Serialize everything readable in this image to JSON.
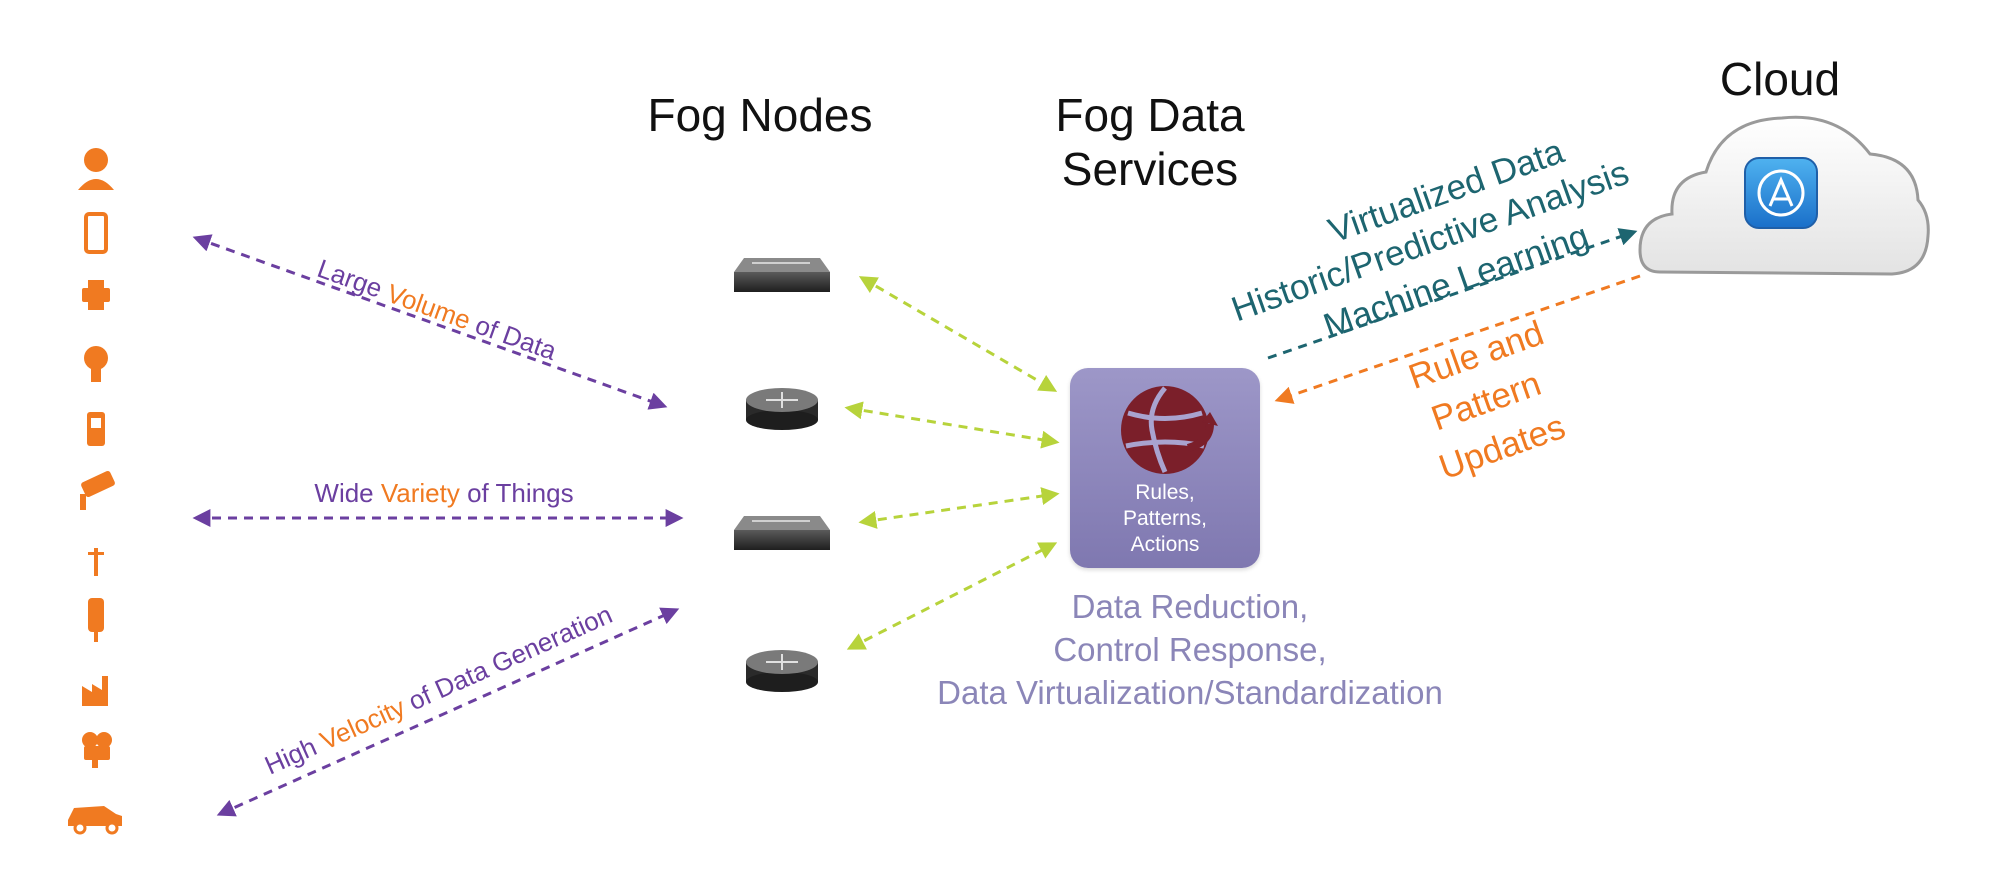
{
  "headings": {
    "fog_nodes": "Fog Nodes",
    "fog_data_services_line1": "Fog Data",
    "fog_data_services_line2": "Services",
    "cloud": "Cloud"
  },
  "things": [
    {
      "name": "person-icon"
    },
    {
      "name": "smartphone-icon"
    },
    {
      "name": "printer-icon"
    },
    {
      "name": "light-bulb-icon"
    },
    {
      "name": "handheld-device-icon"
    },
    {
      "name": "security-camera-icon"
    },
    {
      "name": "antenna-icon"
    },
    {
      "name": "traffic-light-icon"
    },
    {
      "name": "factory-icon"
    },
    {
      "name": "video-camera-icon"
    },
    {
      "name": "car-icon"
    }
  ],
  "links": {
    "volume": {
      "pre": "Large ",
      "highlight": "Volume",
      "post": " of Data"
    },
    "variety": {
      "pre": "Wide ",
      "highlight": "Variety",
      "post": " of Things"
    },
    "velocity": {
      "pre": "High ",
      "highlight": "Velocity",
      "post": " of Data Generation"
    }
  },
  "fog_nodes": [
    {
      "type": "switch",
      "icon": "switch-icon"
    },
    {
      "type": "router",
      "icon": "router-icon"
    },
    {
      "type": "switch",
      "icon": "switch-icon"
    },
    {
      "type": "router",
      "icon": "router-icon"
    }
  ],
  "services_box": {
    "icon": "data-services-globe-icon",
    "lines": [
      "Rules,",
      "Patterns,",
      "Actions"
    ]
  },
  "services_caption": [
    "Data Reduction,",
    "Control Response,",
    "Data Virtualization/Standardization"
  ],
  "cloud_upstream": [
    "Virtualized Data",
    "Historic/Predictive Analysis",
    "Machine Learning"
  ],
  "cloud_downstream": [
    "Rule and",
    "Pattern",
    "Updates"
  ],
  "cloud_icon": "app-store-icon",
  "colors": {
    "things": "#f07a21",
    "link_text": "#6b3fa0",
    "highlight": "#f07a21",
    "node_arrows": "#b7d33b",
    "upstream": "#1d6570",
    "downstream": "#f07a21",
    "caption": "#8b86b8",
    "box": "#8d87be"
  }
}
